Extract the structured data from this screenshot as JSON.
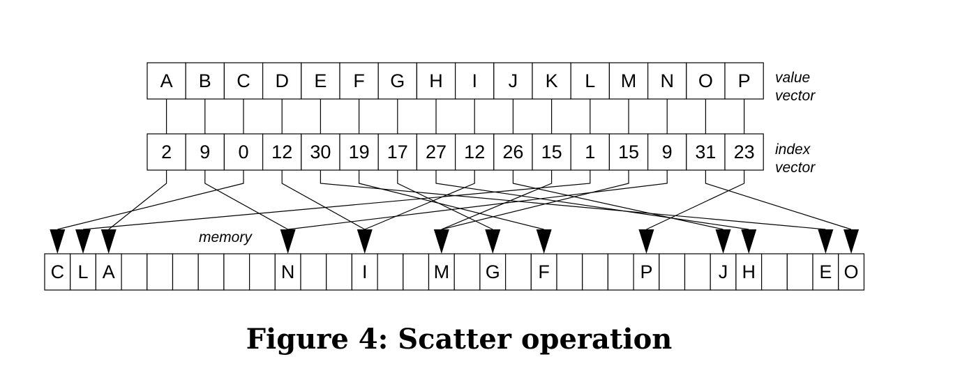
{
  "value_vector": {
    "label_line1": "value",
    "label_line2": "vector",
    "cells": [
      "A",
      "B",
      "C",
      "D",
      "E",
      "F",
      "G",
      "H",
      "I",
      "J",
      "K",
      "L",
      "M",
      "N",
      "O",
      "P"
    ]
  },
  "index_vector": {
    "label_line1": "index",
    "label_line2": "vector",
    "cells": [
      "2",
      "9",
      "0",
      "12",
      "30",
      "19",
      "17",
      "27",
      "12",
      "26",
      "15",
      "1",
      "15",
      "9",
      "31",
      "23"
    ]
  },
  "memory": {
    "label": "memory",
    "size": 32,
    "visible_contents": {
      "0": "C",
      "1": "L",
      "2": "A",
      "9": "N",
      "12": "I",
      "15": "M",
      "17": "G",
      "19": "F",
      "23": "P",
      "26": "J",
      "27": "H",
      "30": "E",
      "31": "O"
    }
  },
  "caption": "Figure 4: Scatter operation"
}
